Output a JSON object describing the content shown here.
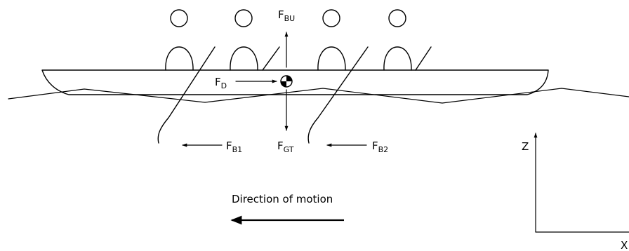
{
  "forces": {
    "buoyancy": {
      "main": "F",
      "sub": "BU"
    },
    "drag": {
      "main": "F",
      "sub": "D"
    },
    "gravity": {
      "main": "F",
      "sub": "GT"
    },
    "blade1": {
      "main": "F",
      "sub": "B1"
    },
    "blade2": {
      "main": "F",
      "sub": "B2"
    }
  },
  "axes": {
    "z": "Z",
    "x": "X"
  },
  "motion": {
    "caption": "Direction of motion"
  },
  "icons": [
    "rower-icon",
    "oar-icon",
    "center-of-mass-icon",
    "arrow-icon"
  ]
}
